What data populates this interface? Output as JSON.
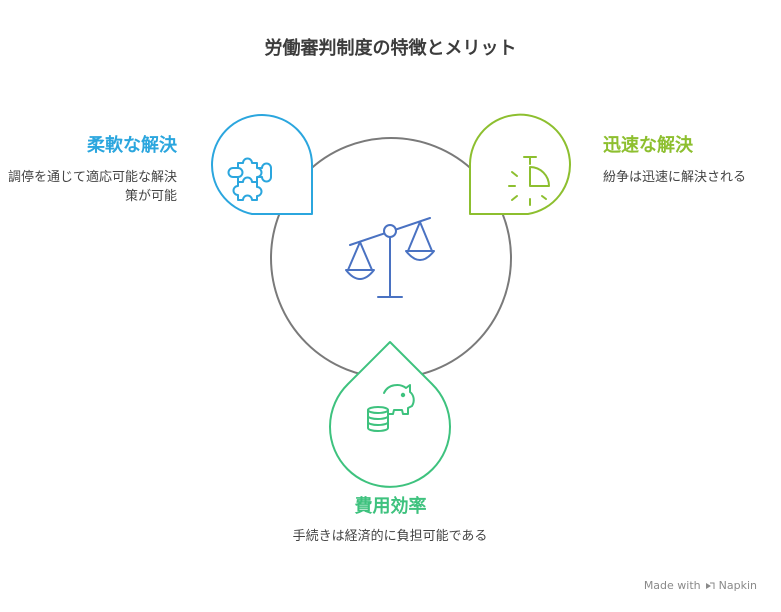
{
  "title": "労働審判制度の特徴とメリット",
  "features": {
    "flexible": {
      "title": "柔軟な解決",
      "description": "調停を通じて適応可能な解決策が可能",
      "color": "#2ba6de",
      "icon": "puzzle-piece-icon"
    },
    "fast": {
      "title": "迅速な解決",
      "description": "紛争は迅速に解決される",
      "color": "#8dbf2f",
      "icon": "stopwatch-icon"
    },
    "cost": {
      "title": "費用効率",
      "description": "手続きは経済的に負担可能である",
      "color": "#3ec27e",
      "icon": "piggy-bank-coins-icon"
    }
  },
  "center_icon": "balance-scale-icon",
  "center_color": "#4a72c2",
  "footer": {
    "made_with": "Made with",
    "brand": "Napkin"
  }
}
